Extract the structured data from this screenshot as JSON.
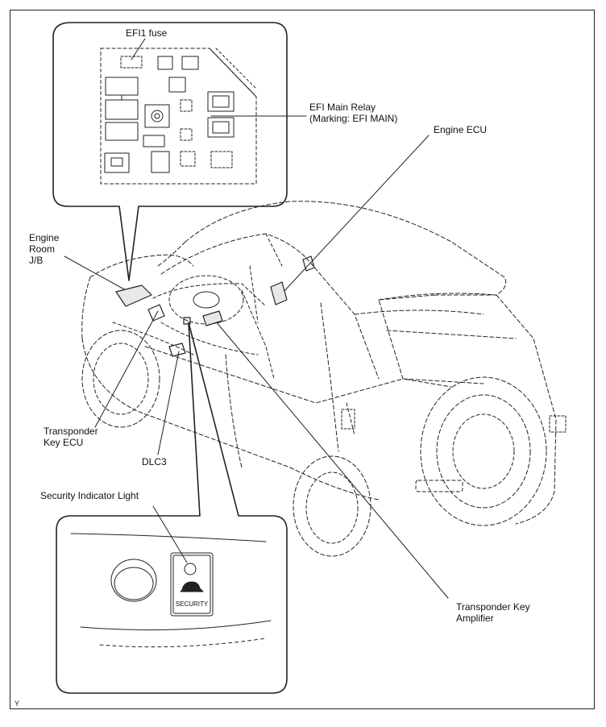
{
  "labels": {
    "efi1_fuse": "EFI1 fuse",
    "efi_main_relay_1": "EFI Main Relay",
    "efi_main_relay_2": "(Marking: EFI MAIN)",
    "engine_ecu": "Engine ECU",
    "engine_room_1": "Engine",
    "engine_room_2": "Room",
    "engine_room_3": "J/B",
    "transponder_key_ecu_1": "Transponder",
    "transponder_key_ecu_2": "Key ECU",
    "dlc3": "DLC3",
    "security_indicator_light": "Security Indicator Light",
    "transponder_key_amplifier_1": "Transponder Key",
    "transponder_key_amplifier_2": "Amplifier",
    "security_badge": "SECURITY",
    "corner_mark": "Y"
  }
}
